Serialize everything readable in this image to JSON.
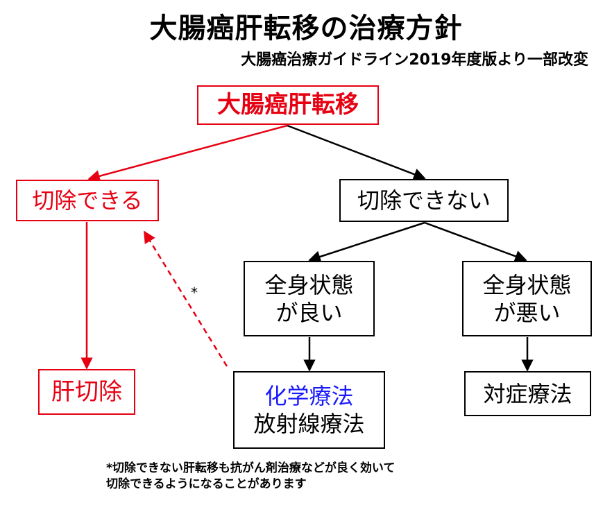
{
  "title": "大腸癌肝転移の治療方針",
  "subtitle": "大腸癌治療ガイドライン2019年度版より一部改変",
  "nodes": {
    "metastasis": "大腸癌肝転移",
    "resectable": "切除できる",
    "unresectable": "切除できない",
    "good_condition": {
      "line1": "全身状態",
      "line2": "が良い"
    },
    "poor_condition": {
      "line1": "全身状態",
      "line2": "が悪い"
    },
    "hepatectomy": "肝切除",
    "chemo": {
      "line1": "化学療法",
      "line2": "放射線療法"
    },
    "symptomatic": "対症療法"
  },
  "asterisk": "*",
  "footnote": {
    "line1": "*切除できない肝転移も抗がん剤治療などが良く効いて",
    "line2": "切除できるようになることがあります"
  },
  "colors": {
    "red": "#e60012",
    "blue": "#1a1aff",
    "black": "#000000"
  }
}
